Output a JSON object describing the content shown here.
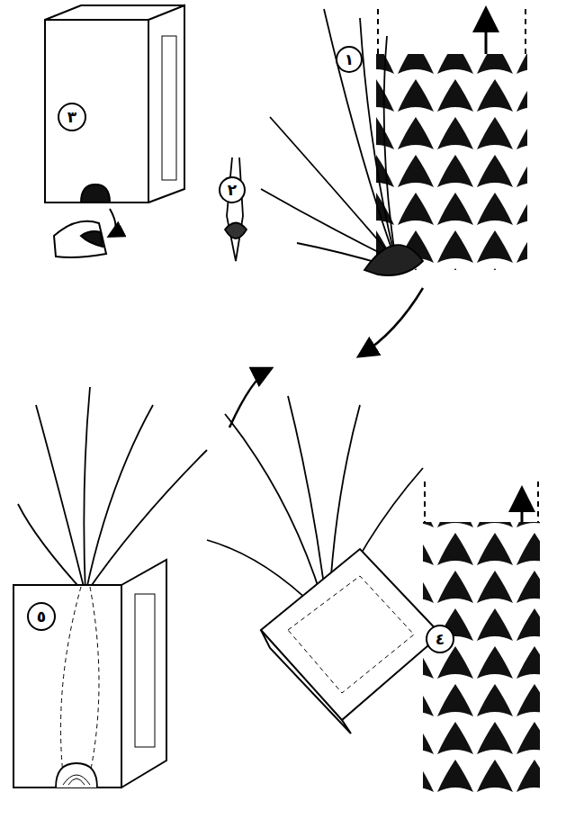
{
  "diagram": {
    "nodes": [
      {
        "text": [
          "١"
        ]
      },
      {
        "text": [
          "٢"
        ]
      },
      {
        "text": [
          "٣"
        ]
      },
      {
        "text": [
          "٤"
        ]
      },
      {
        "text": [
          "٥"
        ]
      }
    ]
  }
}
